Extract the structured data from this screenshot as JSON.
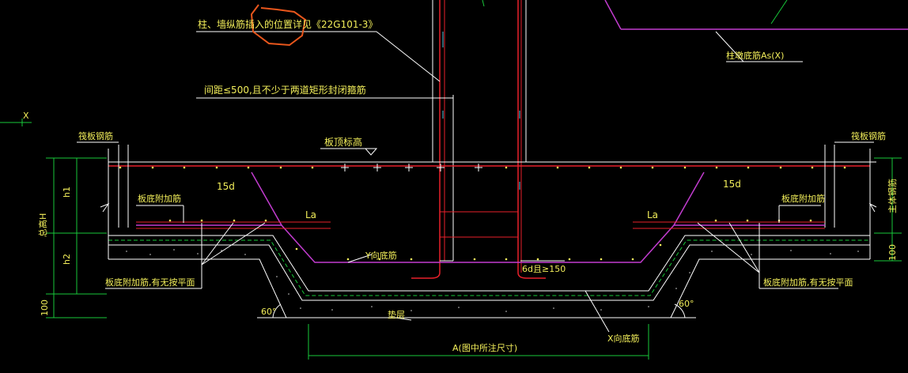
{
  "labels": {
    "column_note": "柱、墙纵筋插入的位置详见《22G101-3》",
    "spacing_note": "间距≤500,且不少于两道矩形封闭箍筋",
    "raft_top_elev": "板顶标高",
    "raft_rebar_left": "筏板钢筋",
    "raft_rebar_right": "筏板钢筋",
    "pile_cap_bottom_x": "柱墩底筋As(X)",
    "add_bar_left": "板底附加筋",
    "add_bar_right": "板底附加筋",
    "add_bar_note_left": "板底附加筋,有无按平面",
    "add_bar_note_right": "板底附加筋,有无按平面",
    "y_bottom": "Y向底筋",
    "x_bottom": "X向底筋",
    "cushion": "垫层",
    "a_dim": "A(图中所注尺寸)",
    "hook": "6d且≥150",
    "d15_left": "15d",
    "d15_right": "15d",
    "la_left": "La",
    "la_right": "La",
    "h1": "h1",
    "h2": "h2",
    "total_h": "总高H",
    "dim100_left": "100",
    "dim100_right": "100",
    "right_vertical": "主体钢筋",
    "angle_left": "60°",
    "angle_right": "60°",
    "x_axis": "X"
  },
  "colors": {
    "background": "#000000",
    "text": "#f2ee5a",
    "rebar_red": "#e8202a",
    "rebar_magenta": "#c23ccf",
    "dim_green": "#18c83a",
    "outline_white": "#ffffff",
    "annotation_orange": "#e8561c",
    "cyan": "#48c8e0"
  }
}
